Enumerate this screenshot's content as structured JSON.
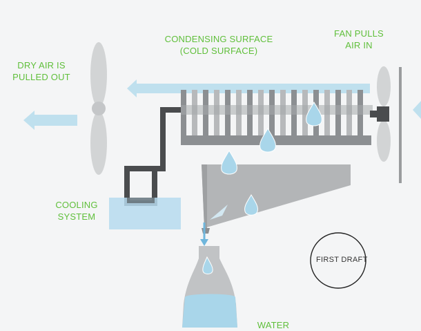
{
  "labels": {
    "condensing_line1": "CONDENSING SURFACE",
    "condensing_line2": "(COLD SURFACE)",
    "fan_line1": "FAN PULLS",
    "fan_line2": "AIR IN",
    "dry_line1": "DRY AIR IS",
    "dry_line2": "PULLED OUT",
    "cooling_line1": "COOLING",
    "cooling_line2": "SYSTEM",
    "first_draft": "FIRST DRAFT",
    "water": "WATER"
  },
  "colors": {
    "accent_green": "#5fbf3a",
    "airflow_blue": "#bfe0ee",
    "droplet_blue": "#a9d6ea",
    "steel_gray": "#8c8f92",
    "fin_gray": "#b7b9bb",
    "dark_pipe": "#4a4c4e",
    "coolant_blue": "#b6dbee",
    "fan_blade": "#d2d4d5"
  },
  "icons": {
    "fan_left": "fan-blade-icon",
    "fan_right": "fan-blade-icon",
    "droplet": "water-drop-icon",
    "bottle": "bottle-icon"
  }
}
